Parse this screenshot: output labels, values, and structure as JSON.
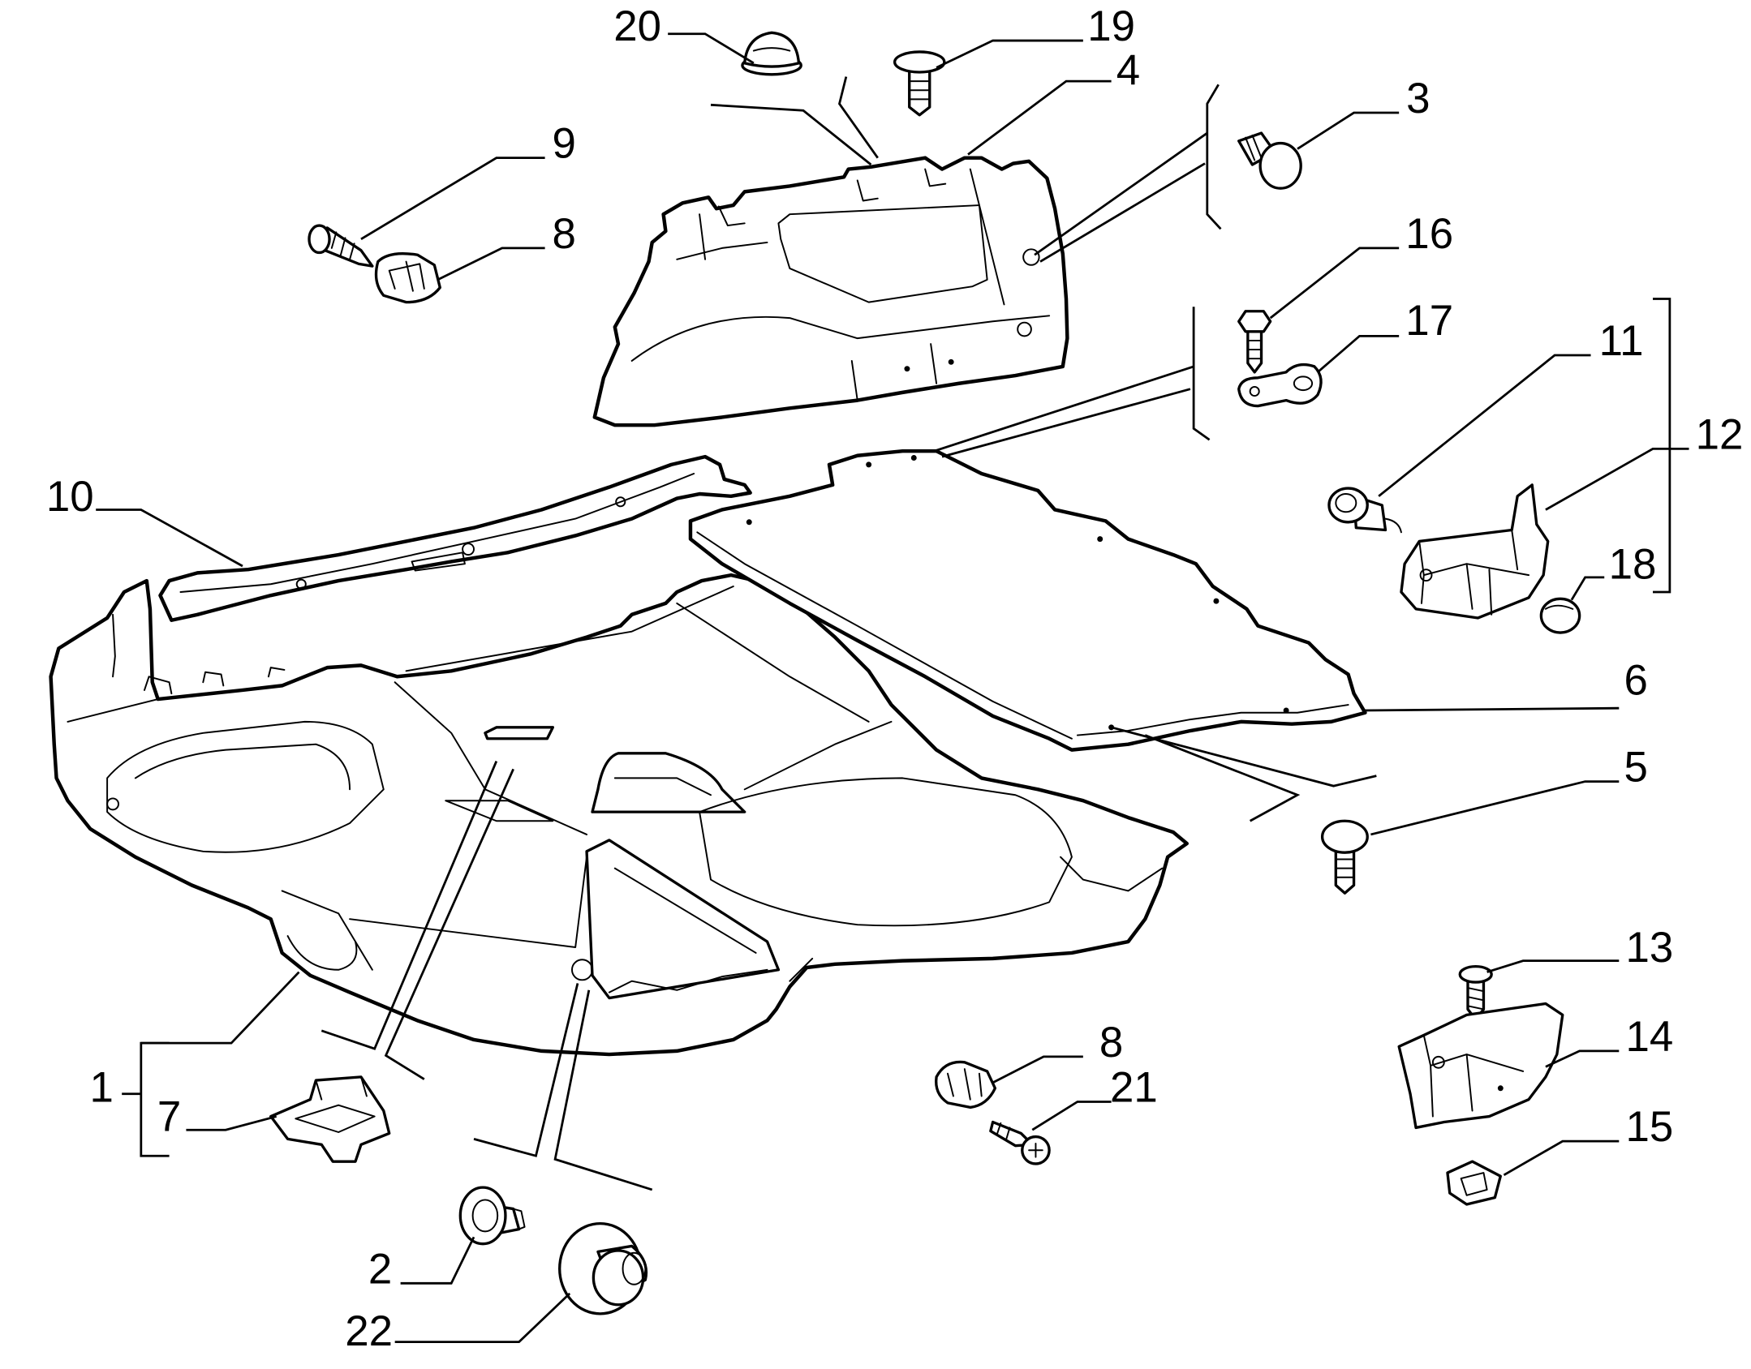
{
  "diagram": {
    "callouts": [
      "20",
      "19",
      "4",
      "3",
      "9",
      "8",
      "16",
      "17",
      "11",
      "12",
      "18",
      "10",
      "6",
      "5",
      "13",
      "14",
      "15",
      "1",
      "7",
      "8",
      "21",
      "2",
      "22"
    ]
  },
  "colors": {
    "line": "#000000",
    "background": "#ffffff"
  }
}
